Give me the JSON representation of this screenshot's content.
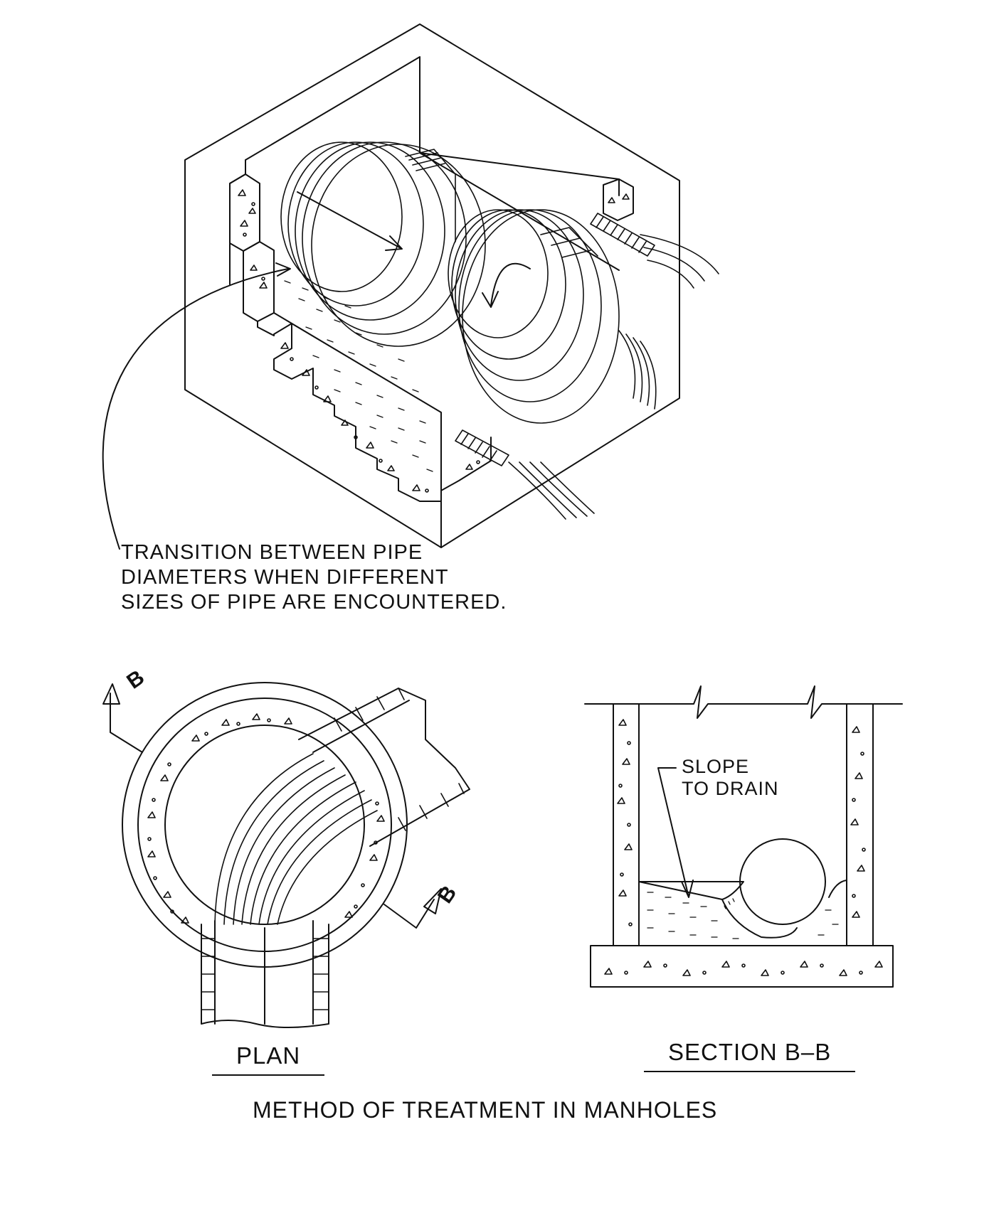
{
  "drawing": {
    "line_color": "#111111",
    "background": "#ffffff",
    "isometric_note": {
      "line1": "TRANSITION BETWEEN PIPE",
      "line2": "DIAMETERS WHEN DIFFERENT",
      "line3": "SIZES OF PIPE ARE ENCOUNTERED."
    },
    "plan": {
      "label": "PLAN",
      "section_mark": "B"
    },
    "section": {
      "label": "SECTION B–B",
      "note_line1": "SLOPE",
      "note_line2": "TO DRAIN"
    },
    "title": "METHOD OF TREATMENT IN MANHOLES"
  }
}
